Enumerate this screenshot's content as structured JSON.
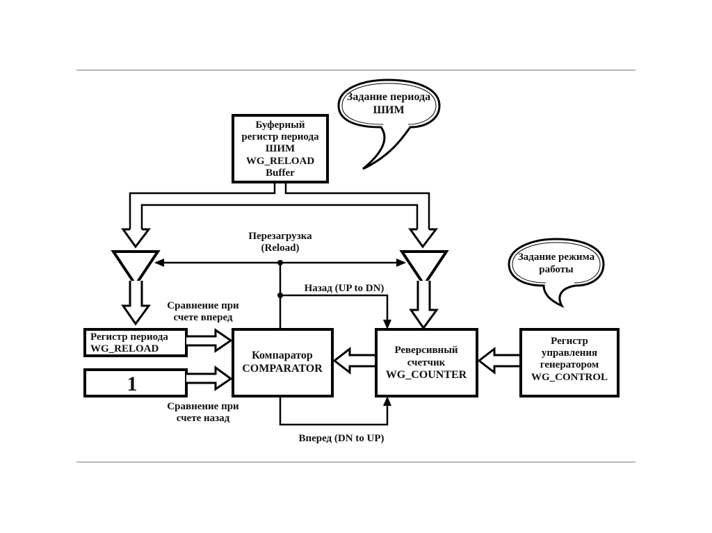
{
  "slide": {
    "diagram_title": "",
    "blocks": {
      "buffer_register": {
        "lines": [
          "Буферный",
          "регистр периода",
          "ШИМ",
          "WG_RELOAD",
          "Buffer"
        ]
      },
      "period_register": {
        "lines": [
          "Регистр периода",
          "WG_RELOAD"
        ]
      },
      "constant_one": {
        "lines": [
          "1"
        ]
      },
      "comparator": {
        "lines": [
          "Компаратор",
          "COMPARATOR"
        ]
      },
      "counter": {
        "lines": [
          "Реверсивный",
          "счетчик",
          "WG_COUNTER"
        ]
      },
      "control_register": {
        "lines": [
          "Регистр",
          "управления",
          "генератором",
          "WG_CONTROL"
        ]
      }
    },
    "callouts": {
      "period_setting": {
        "lines": [
          "Задание периода",
          "ШИМ"
        ]
      },
      "mode_setting": {
        "lines": [
          "Задание режима",
          "работы"
        ]
      }
    },
    "labels": {
      "reload": [
        "Перезагрузка",
        "(Reload)"
      ],
      "up_to_dn": "Назад (UP to DN)",
      "dn_to_up": "Вперед (DN to UP)",
      "compare_up": [
        "Сравнение при",
        "счете вперед"
      ],
      "compare_down": [
        "Сравнение при",
        "счете назад"
      ]
    }
  }
}
